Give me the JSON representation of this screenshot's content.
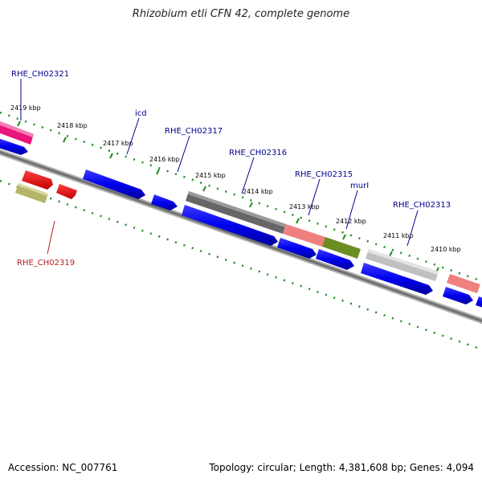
{
  "header": {
    "title": "Rhizobium etli CFN 42, complete genome"
  },
  "footer": {
    "accession": "Accession: NC_007761",
    "summary": "Topology: circular; Length: 4,381,608 bp; Genes: 4,094"
  },
  "colors": {
    "backbone": "#808080",
    "tick": "#228b22",
    "cds": "#0000ee",
    "label": "#00008b",
    "label_highlight": "#b22222"
  },
  "ticks": [
    "2419 kbp",
    "2418 kbp",
    "2417 kbp",
    "2416 kbp",
    "2415 kbp",
    "2414 kbp",
    "2413 kbp",
    "2412 kbp",
    "2411 kbp",
    "2410 kbp"
  ],
  "gene_labels": [
    {
      "name": "RHE_CH02321",
      "color": "#00008b"
    },
    {
      "name": "icd",
      "color": "#00008b"
    },
    {
      "name": "RHE_CH02317",
      "color": "#00008b"
    },
    {
      "name": "RHE_CH02316",
      "color": "#00008b"
    },
    {
      "name": "RHE_CH02315",
      "color": "#00008b"
    },
    {
      "name": "murI",
      "color": "#00008b"
    },
    {
      "name": "RHE_CH02313",
      "color": "#00008b"
    },
    {
      "name": "RHE_CH02319",
      "color": "#b22222"
    }
  ]
}
